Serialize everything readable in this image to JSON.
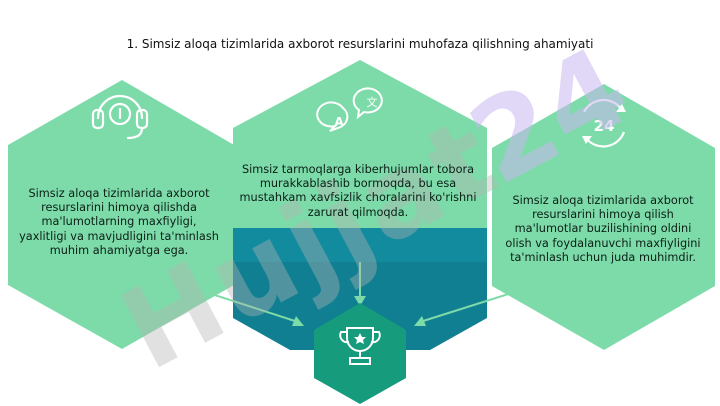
{
  "title": "1. Simsiz aloqa tizimlarida axborot resurslarini muhofaza qilishning ahamiyati",
  "cards": {
    "left": "Simsiz aloqa tizimlarida axborot resurslarini himoya qilishda ma'lumotlarning maxfiyligi, yaxlitligi va mavjudligini ta'minlash muhim ahamiyatga ega.",
    "center": "Simsiz tarmoqlarga kiberhujumlar tobora murakkablashib bormoqda, bu esa mustahkam xavfsizlik choralarini ko'rishni zarurat qilmoqda.",
    "right": "Simsiz aloqa tizimlarida axborot resurslarini himoya qilish ma'lumotlar buzilishining oldini olish va foydalanuvchi maxfiyligini ta'minlash uchun juda muhimdir."
  },
  "icons": {
    "left": "headset-icon",
    "center": "translate-icon",
    "right": "24-hours-icon",
    "bottom": "trophy-icon"
  },
  "watermark": "Hujjat24",
  "colors": {
    "mint": "#7ddba9",
    "teal_dark": "#0f7f91",
    "teal_mid": "#1495a8",
    "emerald": "#169c7d",
    "watermark_gray": "#b4b4b4",
    "watermark_violet": "#c9b7ef"
  }
}
